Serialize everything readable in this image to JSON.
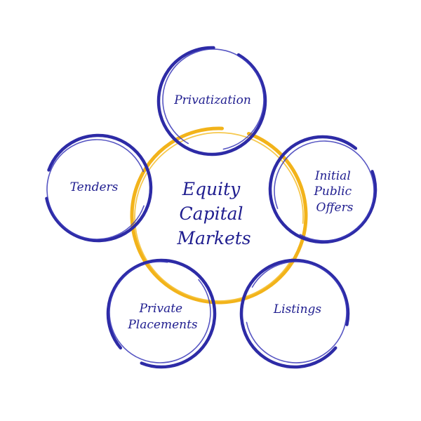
{
  "center": {
    "lines": [
      "Equity",
      "Capital",
      "Markets"
    ]
  },
  "nodes": [
    {
      "id": "privatization",
      "lines": [
        "Privatization"
      ]
    },
    {
      "id": "initial-public-offers",
      "lines": [
        "Initial",
        "Public",
        "Offers"
      ]
    },
    {
      "id": "listings",
      "lines": [
        "Listings"
      ]
    },
    {
      "id": "private-placements",
      "lines": [
        "Private",
        "Placements"
      ]
    },
    {
      "id": "tenders",
      "lines": [
        "Tenders"
      ]
    }
  ],
  "colors": {
    "ring": "#2d2ba6",
    "center_ring": "#f2b31a",
    "text": "#1f1d8f",
    "background": "#ffffff"
  }
}
